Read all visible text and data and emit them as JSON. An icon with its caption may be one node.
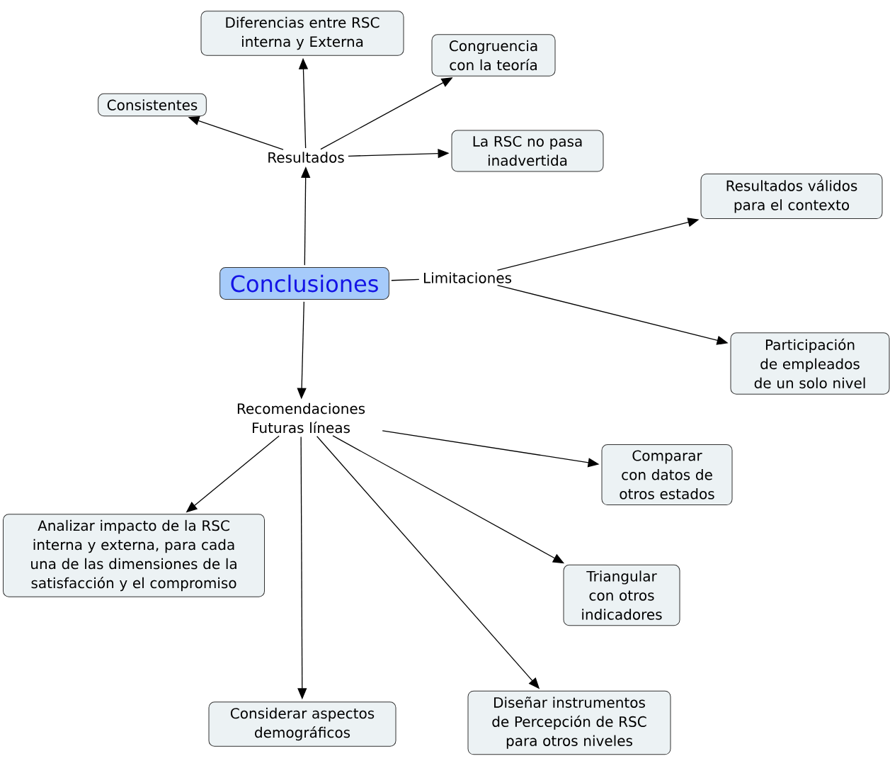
{
  "diagram": {
    "nodes": [
      {
        "text": [
          "Conclusiones"
        ]
      },
      {
        "text": [
          "Resultados"
        ]
      },
      {
        "text": [
          "Consistentes"
        ]
      },
      {
        "text": [
          "Diferencias entre RSC interna y Externa"
        ]
      },
      {
        "text": [
          "Congruencia con la teoría"
        ]
      },
      {
        "text": [
          "La RSC no pasa inadvertida"
        ]
      },
      {
        "text": [
          "Limitaciones"
        ]
      },
      {
        "text": [
          "Resultados válidos para el contexto"
        ]
      },
      {
        "text": [
          "Participación de empleados de un solo nivel"
        ]
      },
      {
        "text": [
          "Recomendaciones Futuras líneas"
        ]
      },
      {
        "text": [
          "Analizar impacto de la RSC interna y externa, para cada una de las dimensiones de la satisfacción y el compromiso"
        ]
      },
      {
        "text": [
          "Considerar aspectos demográficos"
        ]
      },
      {
        "text": [
          "Diseñar instrumentos de Percepción de RSC para otros niveles"
        ]
      },
      {
        "text": [
          "Triangular con otros indicadores"
        ]
      },
      {
        "text": [
          "Comparar con datos de otros estados"
        ]
      }
    ],
    "edges": [
      {
        "from": 0,
        "to": 1,
        "arrow": "to"
      },
      {
        "from": 1,
        "to": 2,
        "arrow": "to"
      },
      {
        "from": 1,
        "to": 3,
        "arrow": "to"
      },
      {
        "from": 1,
        "to": 4,
        "arrow": "to"
      },
      {
        "from": 1,
        "to": 5,
        "arrow": "to"
      },
      {
        "from": 0,
        "to": 6,
        "arrow": "none"
      },
      {
        "from": 6,
        "to": 7,
        "arrow": "to"
      },
      {
        "from": 6,
        "to": 8,
        "arrow": "to"
      },
      {
        "from": 0,
        "to": 9,
        "arrow": "to"
      },
      {
        "from": 9,
        "to": 14,
        "arrow": "to"
      },
      {
        "from": 9,
        "to": 13,
        "arrow": "to"
      },
      {
        "from": 9,
        "to": 12,
        "arrow": "to"
      },
      {
        "from": 9,
        "to": 11,
        "arrow": "to"
      },
      {
        "from": 9,
        "to": 10,
        "arrow": "to"
      }
    ]
  }
}
